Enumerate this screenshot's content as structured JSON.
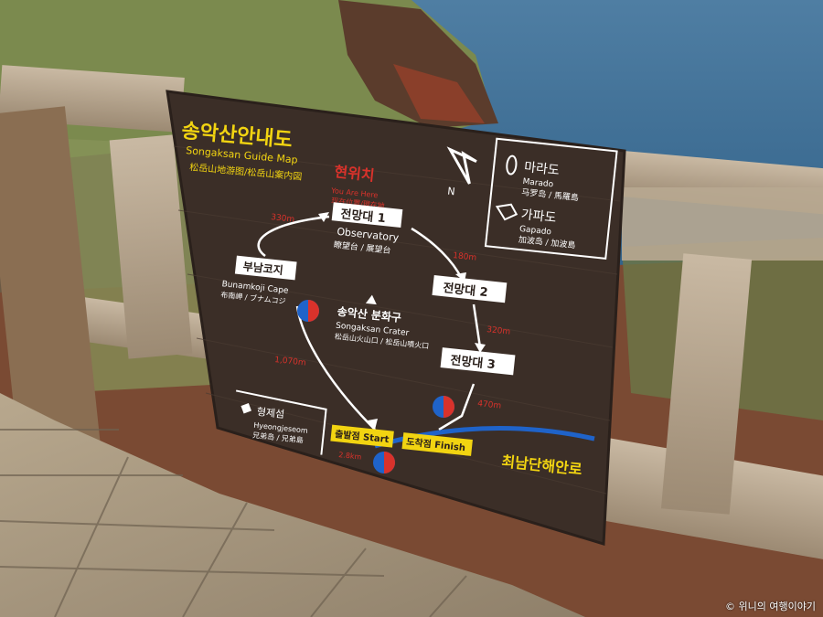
{
  "sign": {
    "title_ko": "송악산안내도",
    "title_en": "Songaksan Guide Map",
    "title_cjk": "松岳山地游图/松岳山案内図",
    "you_are_here_ko": "현위치",
    "you_are_here_en": "You Are Here",
    "you_are_here_cjk": "现在位置/現在地",
    "north": "N",
    "islands": {
      "marado_ko": "마라도",
      "marado_en": "Marado",
      "marado_cjk": "马罗岛 / 馬羅島",
      "gapado_ko": "가파도",
      "gapado_en": "Gapado",
      "gapado_cjk": "加波岛 / 加波島"
    },
    "observatory1_ko": "전망대 1",
    "observatory1_en": "Observatory",
    "observatory1_cjk": "瞭望台 / 展望台",
    "observatory2_ko": "전망대 2",
    "observatory3_ko": "전망대 3",
    "bunamkoji_ko": "부남코지",
    "bunamkoji_en": "Bunamkoji Cape",
    "bunamkoji_cjk": "布南岬 / ブナムコジ",
    "crater_ko": "송악산 분화구",
    "crater_en": "Songaksan Crater",
    "crater_cjk": "松岳山火山口 / 松岳山噴火口",
    "hyeongjeseom_ko": "형제섬",
    "hyeongjeseom_en": "Hyeongjeseom",
    "hyeongjeseom_cjk": "兄弟岛 / 兄弟島",
    "start_label": "출발점 Start",
    "finish_label": "도착점 Finish",
    "coastal_road": "최남단해안로",
    "distances": {
      "d1": "330m",
      "d2": "180m",
      "d3": "320m",
      "d4": "470m",
      "d5": "1,070m",
      "d6": "2.8km"
    }
  },
  "watermark": "© 위니의 여행이야기",
  "colors": {
    "board": "#3b2e27",
    "yellow": "#f2d411",
    "red": "#d9322b",
    "white": "#ffffff",
    "blue": "#1f63c9",
    "sea": "#3a6e93"
  }
}
